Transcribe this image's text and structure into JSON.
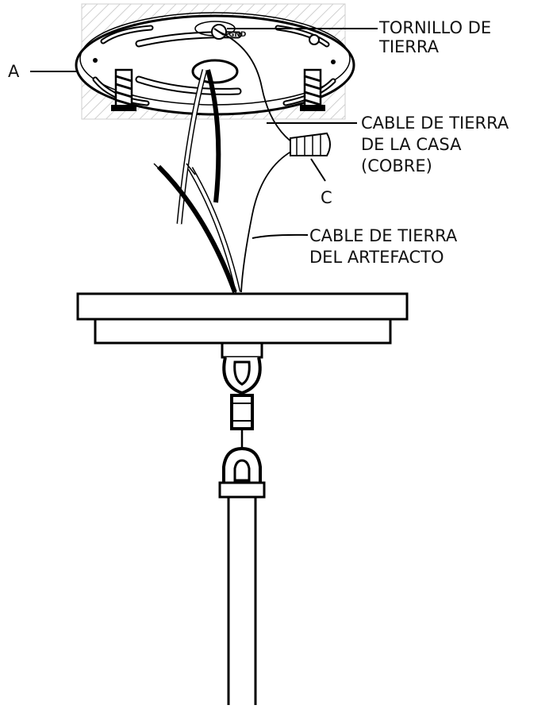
{
  "diagram": {
    "labels": {
      "a": "A",
      "c": "C",
      "ground_screw": [
        "TORNILLO DE",
        "TIERRA"
      ],
      "house_ground_wire": [
        "CABLE DE TIERRA",
        "DE LA CASA",
        "(COBRE)"
      ],
      "fixture_ground_wire": [
        "CABLE DE TIERRA",
        "DEL ARTEFACTO"
      ]
    },
    "plate_stamp": "GND"
  }
}
